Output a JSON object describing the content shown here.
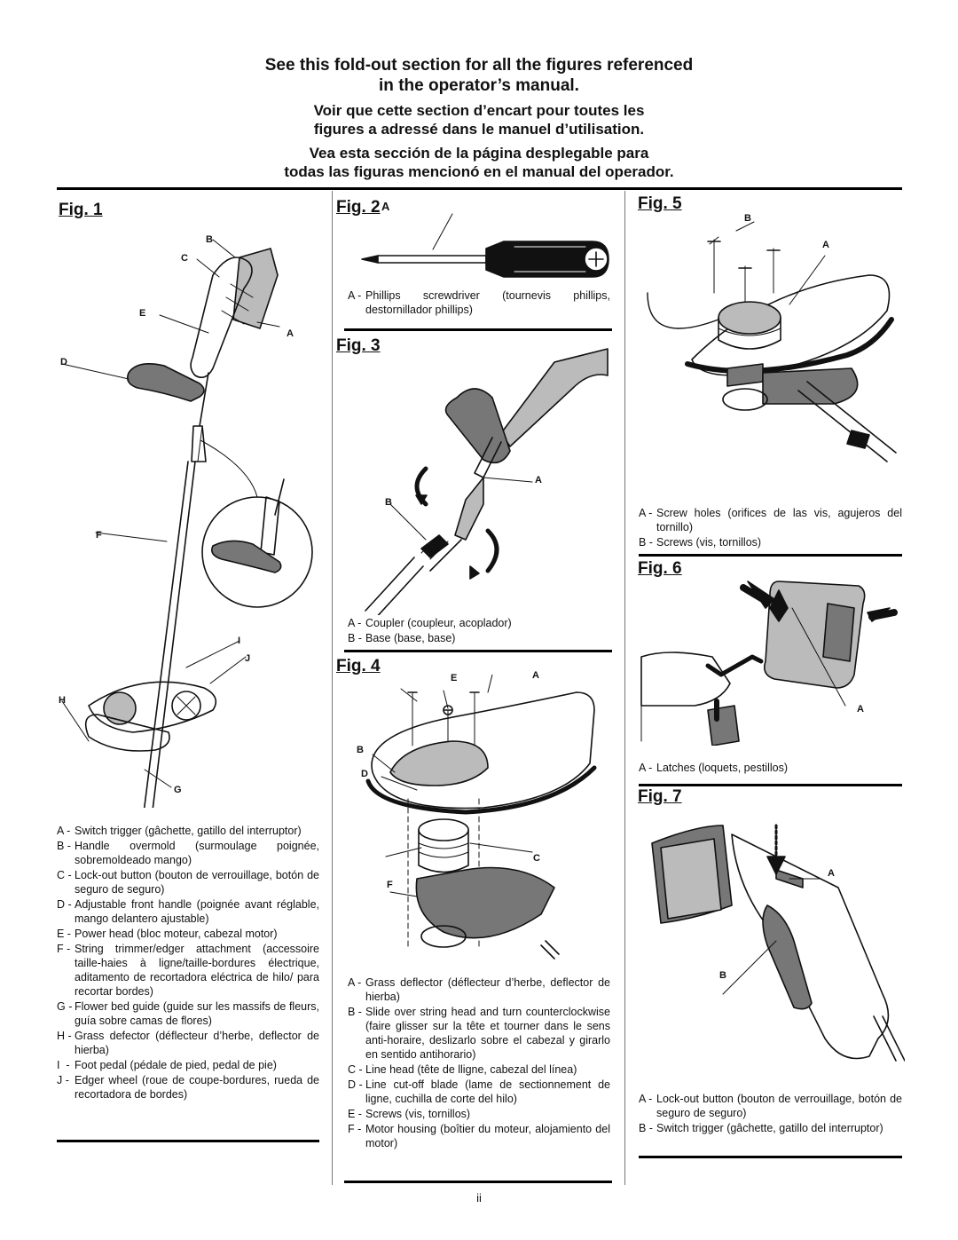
{
  "header": {
    "english_line1": "See this fold-out section for all the figures referenced",
    "english_line2": "in the operator’s manual.",
    "french_line1": "Voir que cette section d’encart pour toutes les",
    "french_line2": "figures a adressé dans le manuel d’utilisation.",
    "spanish_line1": "Vea esta sección de la página desplegable para",
    "spanish_line2": "todas las figuras mencionó en el manual del operador."
  },
  "fig1": {
    "title": "Fig. 1",
    "labels": {
      "a": "A",
      "b": "B",
      "c": "C",
      "d": "D",
      "e": "E",
      "f": "F",
      "g": "G",
      "h": "H",
      "i": "I",
      "j": "J"
    },
    "legend": [
      {
        "key": "A -",
        "text": "Switch trigger (gâchette, gatillo del interruptor)"
      },
      {
        "key": "B -",
        "text": "Handle overmold (surmoulage poignée, sobremoldeado mango)"
      },
      {
        "key": "C -",
        "text": "Lock-out button (bouton de verrouillage, botón de seguro de seguro)"
      },
      {
        "key": "D -",
        "text": "Adjustable front handle (poignée avant réglable, mango delantero ajustable)"
      },
      {
        "key": "E -",
        "text": "Power head (bloc moteur, cabezal motor)"
      },
      {
        "key": "F -",
        "text": "String trimmer/edger attachment (accessoire taille-haies à ligne/taille-bordures électrique, aditamento de recortadora eléctrica de hilo/ para recortar bordes)"
      },
      {
        "key": "G -",
        "text": "Flower bed guide (guide sur les massifs de fleurs, guía sobre camas de flores)"
      },
      {
        "key": "H -",
        "text": "Grass defector (déflecteur d’herbe, deflector de hierba)"
      },
      {
        "key": "I  -",
        "text": "Foot pedal (pédale de pied, pedal de pie)"
      },
      {
        "key": "J -",
        "text": "Edger wheel (roue de coupe-bordures, rueda de recortadora de bordes)"
      }
    ]
  },
  "fig2": {
    "title": "Fig. 2",
    "labels": {
      "a": "A"
    },
    "legend": [
      {
        "key": "A -",
        "text": "Phillips screwdriver (tournevis phillips, destornillador phillips)"
      }
    ]
  },
  "fig3": {
    "title": "Fig. 3",
    "labels": {
      "a": "A",
      "b": "B"
    },
    "legend": [
      {
        "key": "A -",
        "text": "Coupler (coupleur, acoplador)"
      },
      {
        "key": "B -",
        "text": "Base (base, base)"
      }
    ]
  },
  "fig4": {
    "title": "Fig. 4",
    "labels": {
      "a": "A",
      "b": "B",
      "c": "C",
      "d": "D",
      "e": "E",
      "f": "F"
    },
    "legend": [
      {
        "key": "A -",
        "text": "Grass deflector (déflecteur d’herbe, deflector de hierba)"
      },
      {
        "key": "B -",
        "text": "Slide over string head and turn counterclockwise (faire glisser sur la tête et tourner dans le sens anti-horaire, deslizarlo sobre el cabezal y girarlo en sentido antihorario)"
      },
      {
        "key": "C -",
        "text": "Line head (tête de lligne, cabezal del línea)"
      },
      {
        "key": "D -",
        "text": "Line cut-off blade (lame de sectionnement de ligne, cuchilla de corte del hilo)"
      },
      {
        "key": "E -",
        "text": "Screws (vis, tornillos)"
      },
      {
        "key": "F -",
        "text": "Motor housing (boîtier du moteur, alojamiento del motor)"
      }
    ]
  },
  "fig5": {
    "title": "Fig. 5",
    "labels": {
      "a": "A",
      "b": "B"
    },
    "legend": [
      {
        "key": "A -",
        "text": "Screw holes (orifices de las vis, agujeros del tornillo)"
      },
      {
        "key": "B -",
        "text": "Screws (vis, tornillos)"
      }
    ]
  },
  "fig6": {
    "title": "Fig. 6",
    "labels": {
      "a": "A"
    },
    "legend": [
      {
        "key": "A -",
        "text": "Latches (loquets, pestillos)"
      }
    ]
  },
  "fig7": {
    "title": "Fig. 7",
    "labels": {
      "a": "A",
      "b": "B"
    },
    "legend": [
      {
        "key": "A -",
        "text": "Lock-out button (bouton de verrouillage, botón de seguro de seguro)"
      },
      {
        "key": "B -",
        "text": "Switch trigger (gâchette, gatillo del interruptor)"
      }
    ]
  },
  "page_number": "ii"
}
